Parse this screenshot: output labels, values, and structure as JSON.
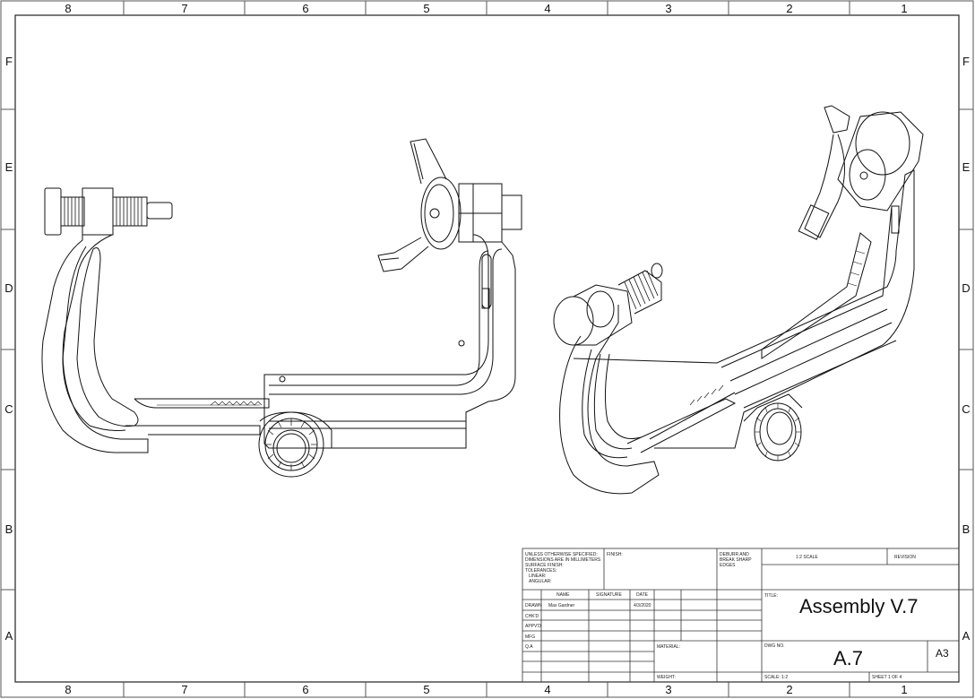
{
  "border": {
    "columns": [
      "8",
      "7",
      "6",
      "5",
      "4",
      "3",
      "2",
      "1"
    ],
    "rows": [
      "F",
      "E",
      "D",
      "C",
      "B",
      "A"
    ]
  },
  "title_block": {
    "notes": [
      "UNLESS OTHERWISE SPECIFIED:",
      "DIMENSIONS ARE IN MILLIMETERS",
      "SURFACE FINISH:",
      "TOLERANCES:",
      "LINEAR:",
      "ANGULAR:"
    ],
    "finish_label": "FINISH:",
    "deburr": [
      "DEBURR AND",
      "BREAK SHARP",
      "EDGES"
    ],
    "scale_header": "1:2 SCALE",
    "revision_label": "REVISION",
    "col_name": "NAME",
    "col_signature": "SIGNATURE",
    "col_date": "DATE",
    "roles": [
      "DRAWN",
      "CHK'D",
      "APPV'D",
      "MFG",
      "Q.A"
    ],
    "drawn_name": "Max Gardner",
    "drawn_date": "4/3/2020",
    "material_label": "MATERIAL:",
    "weight_label": "WEIGHT:",
    "title_label": "TITLE:",
    "title": "Assembly V.7",
    "dwg_no_label": "DWG NO.",
    "dwg_no": "A.7",
    "size": "A3",
    "scale_label": "SCALE: 1:2",
    "sheet_label": "SHEET 1 OF 4"
  }
}
